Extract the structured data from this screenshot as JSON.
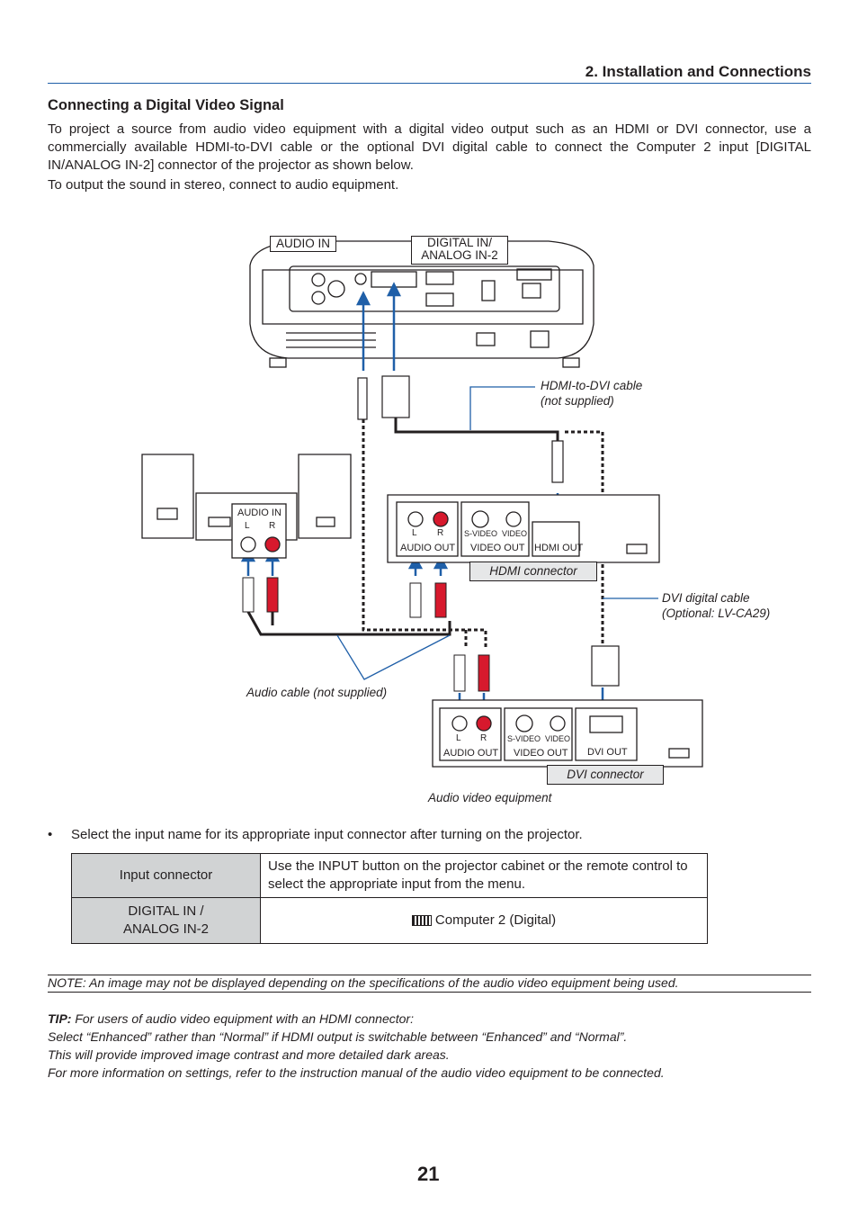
{
  "header": {
    "section": "2. Installation and Connections"
  },
  "heading": "Connecting a Digital Video Signal",
  "intro": {
    "p1": "To project a source from audio video equipment with a digital video output such as an HDMI or DVI connector, use a commercially available HDMI-to-DVI cable or the optional DVI digital cable to connect the Computer 2 input [DIGITAL IN/ANALOG IN-2] connector of the projector as shown below.",
    "p2": "To output the sound in stereo, connect to audio equipment."
  },
  "diagram": {
    "projector_audio_in": "AUDIO IN",
    "projector_digital_in_1": "DIGITAL IN/",
    "projector_digital_in_2": "ANALOG IN-2",
    "hdmi_cable_1": "HDMI-to-DVI cable",
    "hdmi_cable_2": "(not supplied)",
    "speaker_audio_in": "AUDIO IN",
    "speaker_l": "L",
    "speaker_r": "R",
    "dev1_l": "L",
    "dev1_r": "R",
    "dev1_svideo": "S-VIDEO",
    "dev1_video": "VIDEO",
    "dev1_audio_out": "AUDIO OUT",
    "dev1_video_out": "VIDEO OUT",
    "dev1_hdmi_out": "HDMI OUT",
    "hdmi_connector": "HDMI connector",
    "dvi_cable_1": "DVI digital cable",
    "dvi_cable_2": "(Optional: LV-CA29)",
    "audio_cable": "Audio cable (not supplied)",
    "dev2_l": "L",
    "dev2_r": "R",
    "dev2_svideo": "S-VIDEO",
    "dev2_video": "VIDEO",
    "dev2_audio_out": "AUDIO OUT",
    "dev2_video_out": "VIDEO OUT",
    "dev2_dvi_out": "DVI OUT",
    "dvi_connector": "DVI connector",
    "equipment": "Audio video equipment"
  },
  "bullet": "Select the input name for its appropriate input connector after turning on the projector.",
  "table": {
    "r1c1": "Input connector",
    "r1c2": "Use the INPUT button on the projector cabinet or the remote control to select the appropriate input from the menu.",
    "r2c1_a": "DIGITAL IN /",
    "r2c1_b": "ANALOG IN-2",
    "r2c2": "Computer 2 (Digital)"
  },
  "note": "NOTE: An image may not be displayed depending on the specifications of the audio video equipment being used.",
  "tip": {
    "label": "TIP:",
    "l1": "For users of audio video equipment with an HDMI connector:",
    "l2": "Select “Enhanced” rather than “Normal” if HDMI output is switchable between “Enhanced” and “Normal”.",
    "l3": "This will provide improved image contrast and more detailed dark areas.",
    "l4": "For more information on settings, refer to the instruction manual of the audio video equipment to be connected."
  },
  "page_number": "21",
  "colors": {
    "accent_blue": "#1f5fa8",
    "plug_red": "#d7192d",
    "label_gray": "#e6e7e8"
  }
}
